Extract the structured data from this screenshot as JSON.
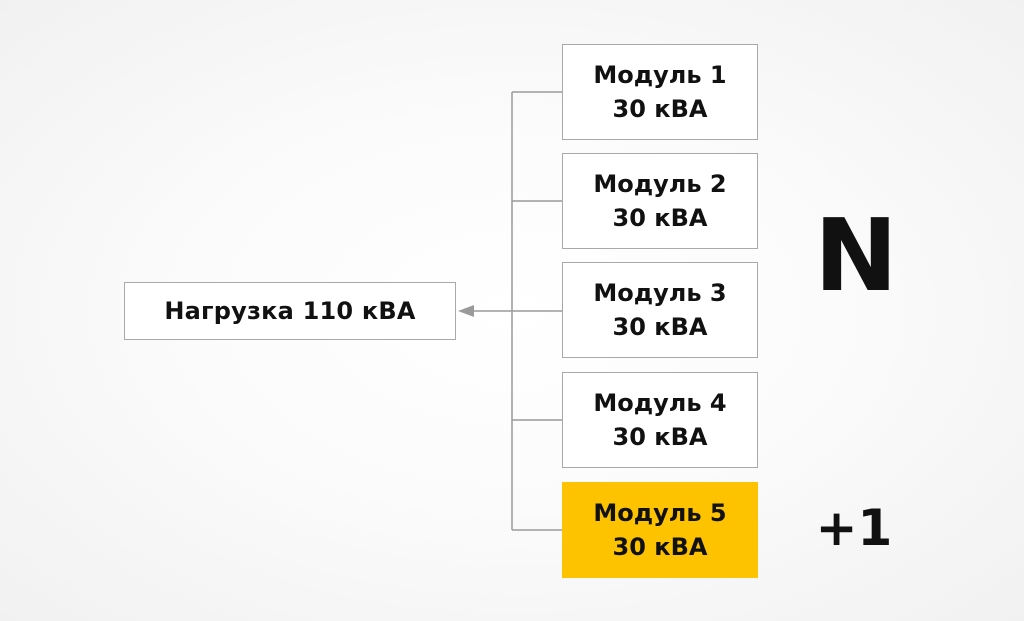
{
  "load": {
    "label": "Нагрузка 110 кВА"
  },
  "modules": [
    {
      "name": "Модуль 1",
      "power": "30 кВА",
      "highlighted": false
    },
    {
      "name": "Модуль 2",
      "power": "30 кВА",
      "highlighted": false
    },
    {
      "name": "Модуль 3",
      "power": "30 кВА",
      "highlighted": false
    },
    {
      "name": "Модуль 4",
      "power": "30 кВА",
      "highlighted": false
    },
    {
      "name": "Модуль 5",
      "power": "30 кВА",
      "highlighted": true
    }
  ],
  "labels": {
    "n": "N",
    "plus_one": "+1"
  },
  "colors": {
    "highlight": "#fdc300",
    "border": "#a9a9a9",
    "line": "#9a9a9a",
    "text": "#111111"
  }
}
